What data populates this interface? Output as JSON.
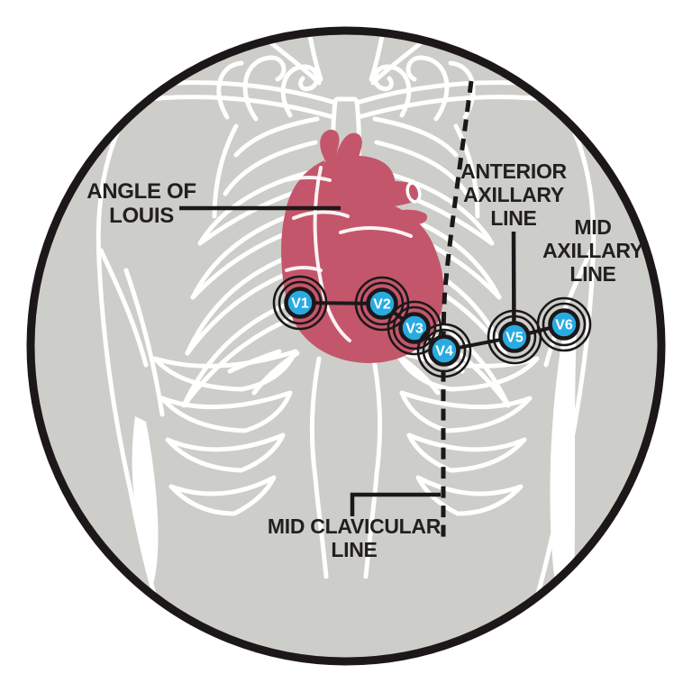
{
  "diagram": {
    "labels": {
      "angle_of_louis": {
        "line1": "ANGLE OF",
        "line2": "LOUIS"
      },
      "anterior_axillary": {
        "line1": "ANTERIOR",
        "line2": "AXILLARY",
        "line3": "LINE"
      },
      "mid_axillary": {
        "line1": "MID",
        "line2": "AXILLARY",
        "line3": "LINE"
      },
      "mid_clavicular": {
        "line1": "MID CLAVICULAR",
        "line2": "LINE"
      }
    },
    "electrodes": [
      {
        "label": "V1"
      },
      {
        "label": "V2"
      },
      {
        "label": "V3"
      },
      {
        "label": "V4"
      },
      {
        "label": "V5"
      },
      {
        "label": "V6"
      }
    ],
    "colors": {
      "electrode_blue": "#29ABE2",
      "heart_red": "#C4566B",
      "torso_gray": "#CDCEC9",
      "outline_black": "#1C181A",
      "body_line_white": "#FFFFFF",
      "text_dark": "#231F20"
    }
  }
}
